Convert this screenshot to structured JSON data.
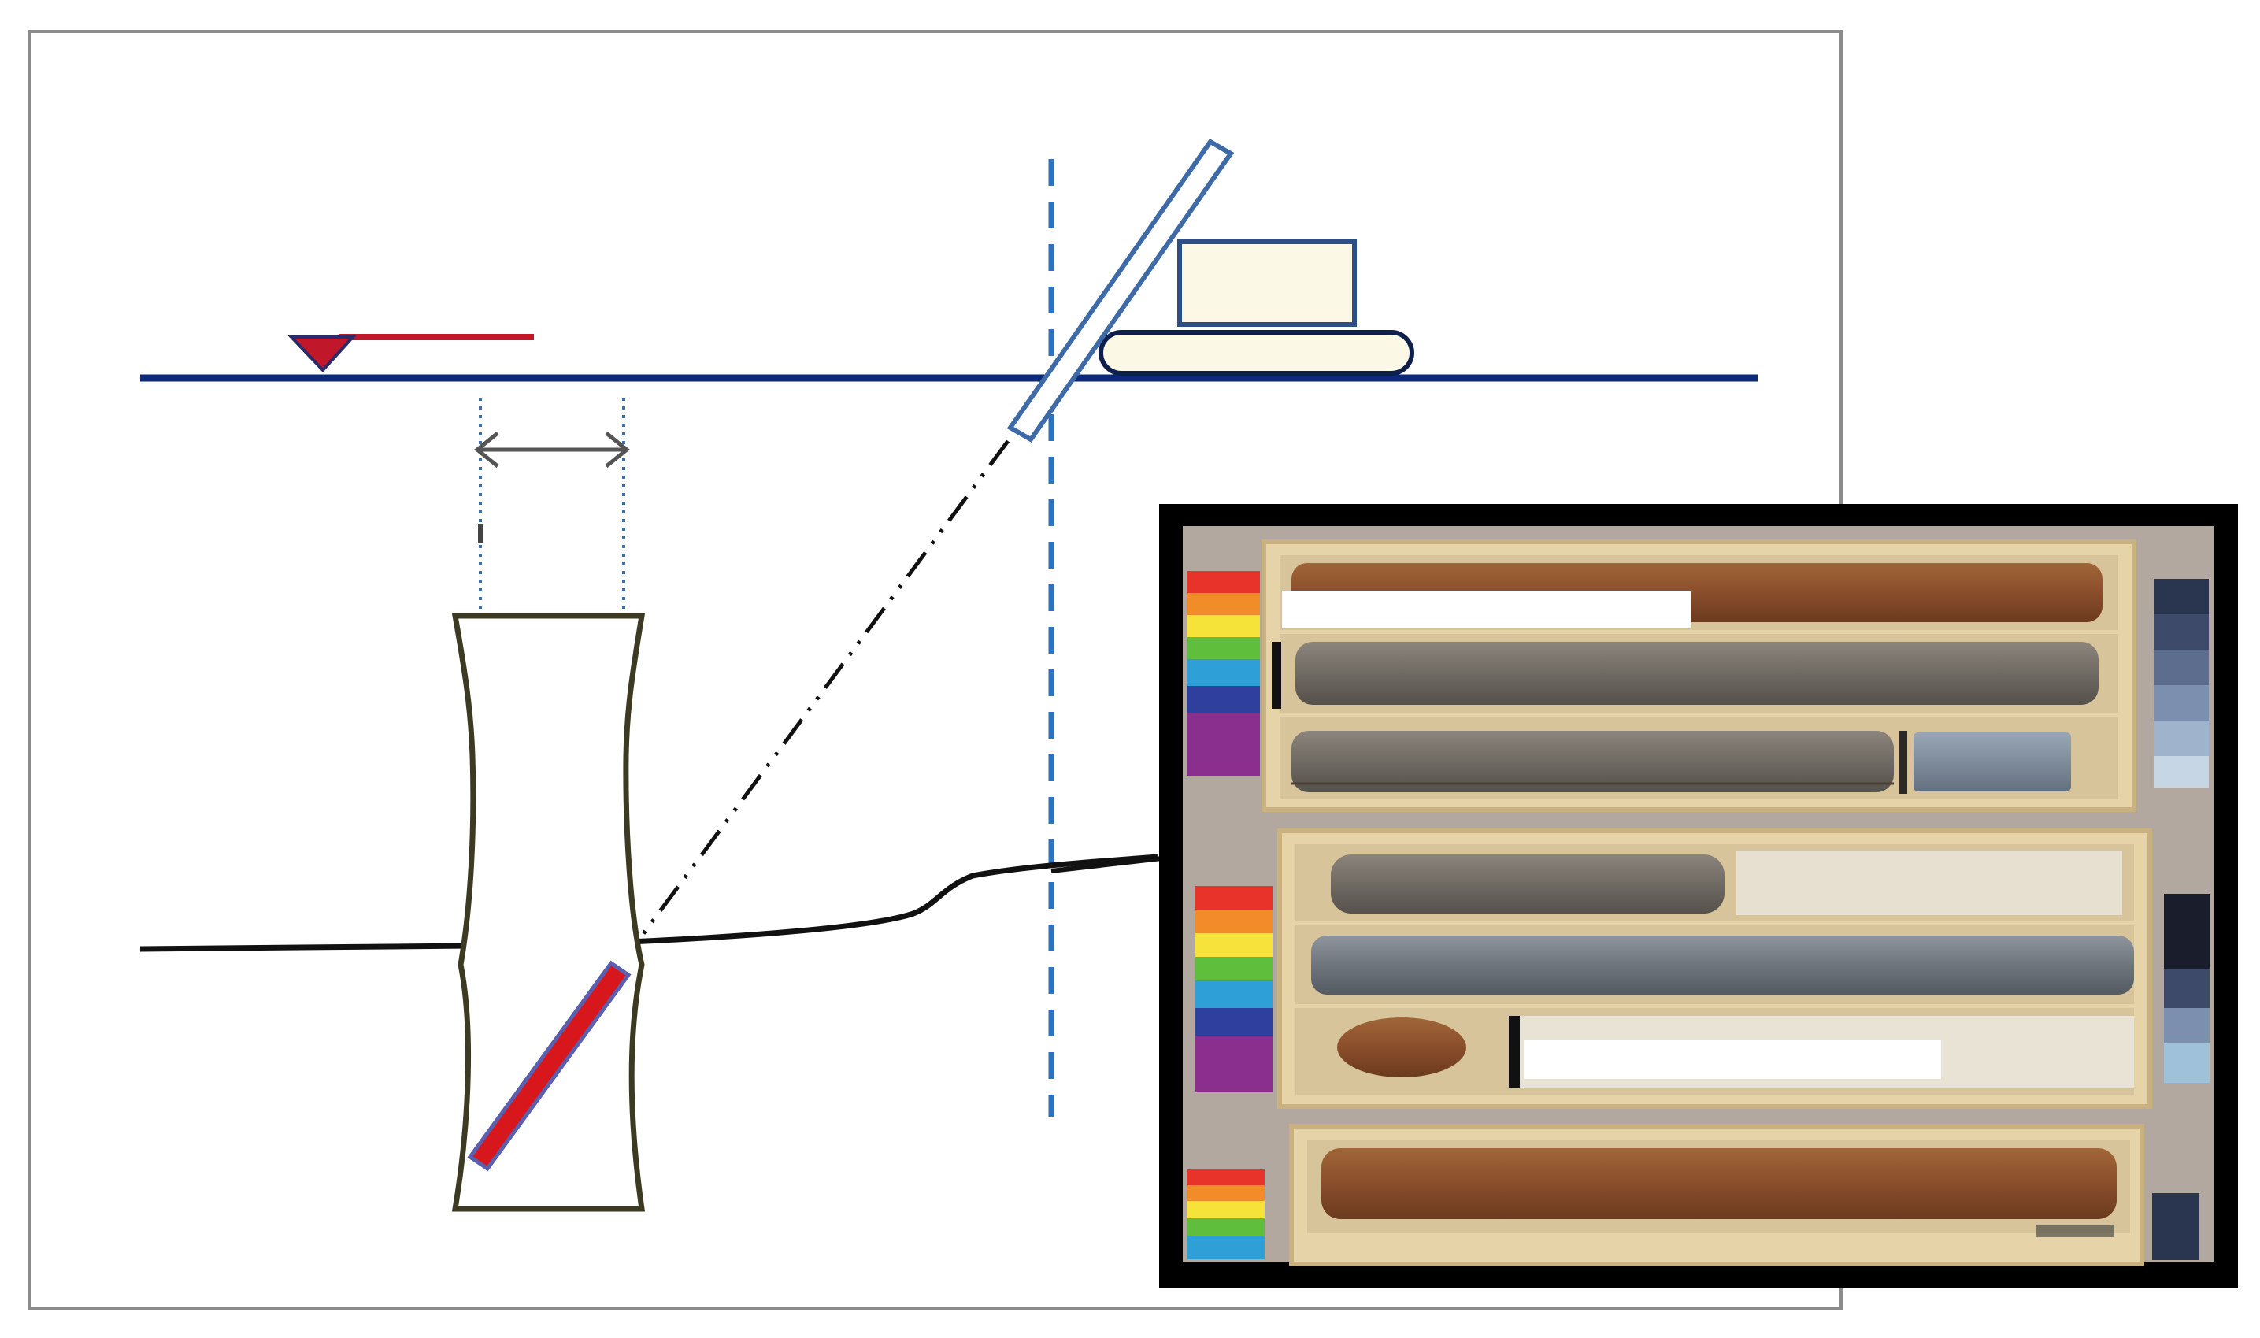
{
  "diagram": {
    "colors": {
      "frame": "#8c8c8c",
      "ground_line": "#0d2a7a",
      "water_table_marker": "#c0182a",
      "rig_outline": "#2b4f86",
      "rig_fill": "#fbf8e6",
      "drill_rod": "#3e6aa8",
      "vertical_axis": "#2e73c0",
      "layer_boundary": "#111111",
      "borehole_outline": "#3d3a23",
      "core_sample": "#d8171c",
      "core_sample_edge": "#5a5fb0",
      "photo_frame": "#000000"
    },
    "icons": [
      "water-table-triangle-icon",
      "drill-rig-icon",
      "double-arrow-icon"
    ]
  },
  "core_photo": {
    "boxes": [
      {
        "name": "core-box-top",
        "rows": 3
      },
      {
        "name": "core-box-middle",
        "rows": 3
      },
      {
        "name": "core-box-bottom",
        "rows": 1
      }
    ],
    "colors": {
      "background": "#b7ada4",
      "wood": "#e6d3a8",
      "wood_edge": "#c9b27f",
      "core_brown": "#8a4e2b",
      "core_grey": "#6f6a62",
      "core_blue_grey": "#7f8c9c",
      "label_bar": "#ffffff"
    },
    "color_scale": [
      "#e8332b",
      "#f28c28",
      "#f6e33a",
      "#5fbf3c",
      "#2f9fd8",
      "#2e3f9e",
      "#8b2f8f"
    ],
    "grey_scale": [
      "#2a3550",
      "#3d4a6a",
      "#5c6d8e",
      "#7d8fae",
      "#9fb4cc",
      "#c6d6e4"
    ]
  }
}
